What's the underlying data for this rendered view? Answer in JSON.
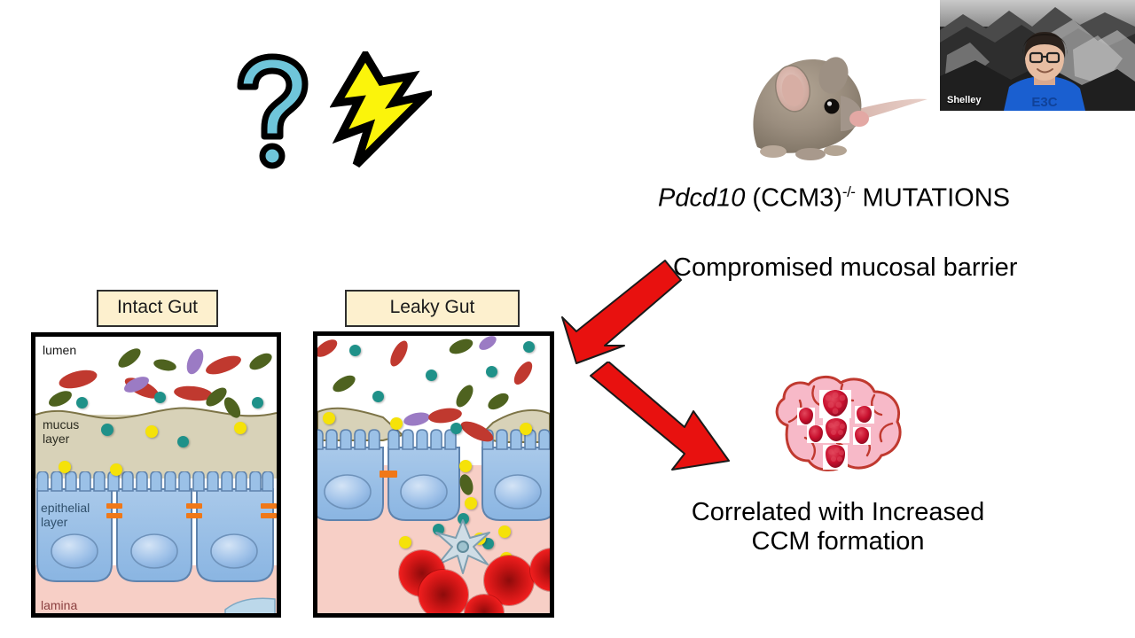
{
  "slide": {
    "background_color": "#ffffff"
  },
  "icons": {
    "question_mark": {
      "name": "question-mark-icon",
      "fill_color": "#6fc5da",
      "outline_color": "#000000"
    },
    "lightning_bolt": {
      "name": "lightning-bolt-icon",
      "fill_color": "#fbf40b",
      "outline_color": "#000000"
    }
  },
  "mouse_image": {
    "label": "laboratory-mouse-photo",
    "body_color": "#9a8d7e",
    "ear_color": "#d9b5ab"
  },
  "video_tile": {
    "participant_name": "Shelley",
    "shirt_color": "#1a5fd0",
    "background_description": "black-and-white mountain ridge"
  },
  "text": {
    "mutations": {
      "gene": "Pdcd10",
      "alias": "(CCM3)",
      "superscript": "-/-",
      "suffix": "MUTATIONS"
    },
    "barrier": "Compromised mucosal barrier",
    "ccm_outcome_line1": "Correlated with Increased",
    "ccm_outcome_line2": "CCM formation"
  },
  "gut_panels": {
    "intact": {
      "caption": "Intact Gut",
      "caption_bg": "#fdf0ce",
      "layers": [
        {
          "label": "lumen",
          "color": "#ffffff"
        },
        {
          "label": "mucus\nlayer",
          "color": "#d8d2b8"
        },
        {
          "label": "epithelial\nlayer",
          "color": "#8fb9e4"
        },
        {
          "label": "lamina",
          "color": "#f7cfc6"
        }
      ]
    },
    "leaky": {
      "caption": "Leaky Gut",
      "caption_bg": "#fdf0ce",
      "layers": [
        {
          "label": "",
          "color": "#ffffff"
        },
        {
          "label": "",
          "color": "#d8d2b8"
        },
        {
          "label": "",
          "color": "#8fb9e4"
        },
        {
          "label": "",
          "color": "#f7cfc6"
        }
      ]
    }
  },
  "legend_colors": {
    "bacteria_red": "#c0392f",
    "bacteria_green": "#4e621f",
    "bacteria_purple": "#9b7bc4",
    "particle_teal": "#1f9189",
    "particle_yellow": "#f5e209",
    "tight_junction_orange": "#f07818",
    "red_blood_cell": "#e01616",
    "arrow_red": "#e8110f",
    "brain_pink": "#f7b9c8",
    "ccm_lesion_red": "#c8102e"
  },
  "brain": {
    "label": "brain-with-ccm-lesions",
    "lesion_count": 6
  },
  "arrows": [
    {
      "name": "arrow-to-leaky-gut",
      "direction": "down-left",
      "color": "#e8110f"
    },
    {
      "name": "arrow-to-brain",
      "direction": "down-right",
      "color": "#e8110f"
    }
  ]
}
